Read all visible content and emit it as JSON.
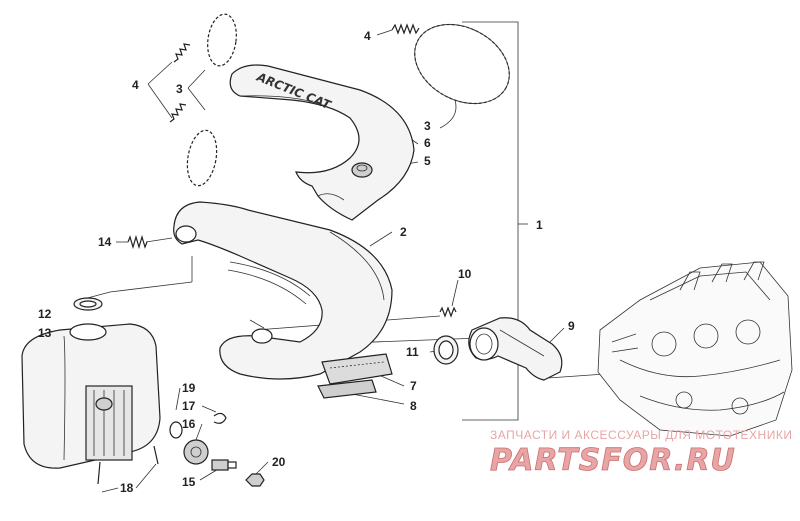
{
  "callouts": [
    {
      "id": "c1",
      "text": "1"
    },
    {
      "id": "c2",
      "text": "2"
    },
    {
      "id": "c3a",
      "text": "3"
    },
    {
      "id": "c3b",
      "text": "3"
    },
    {
      "id": "c4a",
      "text": "4"
    },
    {
      "id": "c4b",
      "text": "4"
    },
    {
      "id": "c5",
      "text": "5"
    },
    {
      "id": "c6",
      "text": "6"
    },
    {
      "id": "c7",
      "text": "7"
    },
    {
      "id": "c8",
      "text": "8"
    },
    {
      "id": "c9",
      "text": "9"
    },
    {
      "id": "c10",
      "text": "10"
    },
    {
      "id": "c11",
      "text": "11"
    },
    {
      "id": "c12",
      "text": "12"
    },
    {
      "id": "c13",
      "text": "13"
    },
    {
      "id": "c14",
      "text": "14"
    },
    {
      "id": "c15",
      "text": "15"
    },
    {
      "id": "c16",
      "text": "16"
    },
    {
      "id": "c17",
      "text": "17"
    },
    {
      "id": "c18",
      "text": "18"
    },
    {
      "id": "c19",
      "text": "19"
    },
    {
      "id": "c20",
      "text": "20"
    }
  ],
  "heat_shield_logo": "ARCTIC CAT",
  "watermark": {
    "tagline": "ЗАПЧАСТИ И АКСЕССУАРЫ ДЛЯ МОТОТЕХНИКИ",
    "brand": "PARTSFOR.RU",
    "color": "#e8a5a5"
  },
  "colors": {
    "ink": "#222222",
    "paper": "#ffffff",
    "part_fill": "#f4f4f4",
    "part_shade": "#cfcfcf"
  }
}
